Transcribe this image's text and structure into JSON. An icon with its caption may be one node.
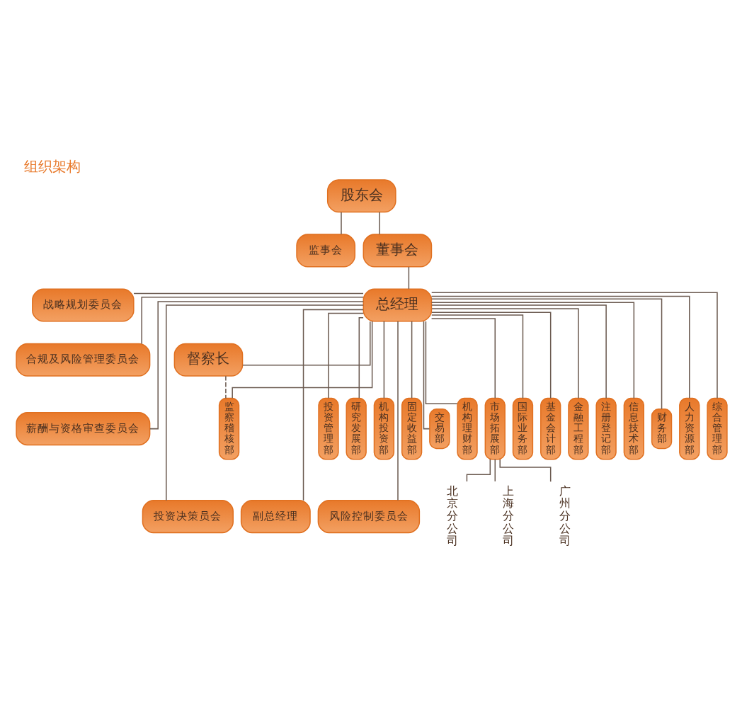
{
  "diagram": {
    "title": "组织架构",
    "nodes": [
      {
        "text": [
          "股东会"
        ]
      },
      {
        "text": [
          "监事会"
        ]
      },
      {
        "text": [
          "董事会"
        ]
      },
      {
        "text": [
          "战略规划委员会"
        ]
      },
      {
        "text": [
          "合规及风险管理委员会"
        ]
      },
      {
        "text": [
          "薪酬与资格审查委员会"
        ]
      },
      {
        "text": [
          "总经理"
        ]
      },
      {
        "text": [
          "督察长"
        ]
      },
      {
        "text": [
          "投资决策员会"
        ]
      },
      {
        "text": [
          "副总经理"
        ]
      },
      {
        "text": [
          "风险控制委员会"
        ]
      },
      {
        "text": [
          "投资管理部"
        ]
      },
      {
        "text": [
          "研究发展部"
        ]
      },
      {
        "text": [
          "机构投资部"
        ]
      },
      {
        "text": [
          "固定收益部"
        ]
      },
      {
        "text": [
          "交易部"
        ]
      },
      {
        "text": [
          "机构理财部"
        ]
      },
      {
        "text": [
          "市场拓展部"
        ]
      },
      {
        "text": [
          "国际业务部"
        ]
      },
      {
        "text": [
          "基金会计部"
        ]
      },
      {
        "text": [
          "金融工程部"
        ]
      },
      {
        "text": [
          "注册登记部"
        ]
      },
      {
        "text": [
          "信息技术部"
        ]
      },
      {
        "text": [
          "财务部"
        ]
      },
      {
        "text": [
          "人力资源部"
        ]
      },
      {
        "text": [
          "综合管理部"
        ]
      },
      {
        "text": [
          "监察稽核部"
        ]
      },
      {
        "text": [
          "北京分公司"
        ]
      },
      {
        "text": [
          "上海分公司"
        ]
      },
      {
        "text": [
          "广州分公司"
        ]
      }
    ],
    "edges": [
      {
        "from": 0,
        "to": 2,
        "arrow": "none"
      },
      {
        "from": 0,
        "to": 1,
        "arrow": "none"
      },
      {
        "from": 2,
        "to": 6,
        "arrow": "none"
      },
      {
        "from": 6,
        "to": 3,
        "arrow": "none"
      },
      {
        "from": 6,
        "to": 4,
        "arrow": "none"
      },
      {
        "from": 6,
        "to": 5,
        "arrow": "none"
      },
      {
        "from": 6,
        "to": 7,
        "arrow": "none"
      },
      {
        "from": 6,
        "to": 8,
        "arrow": "none"
      },
      {
        "from": 6,
        "to": 9,
        "arrow": "none"
      },
      {
        "from": 6,
        "to": 10,
        "arrow": "none"
      },
      {
        "from": 6,
        "to": 11,
        "arrow": "none"
      },
      {
        "from": 6,
        "to": 12,
        "arrow": "none"
      },
      {
        "from": 6,
        "to": 13,
        "arrow": "none"
      },
      {
        "from": 6,
        "to": 14,
        "arrow": "none"
      },
      {
        "from": 6,
        "to": 15,
        "arrow": "none"
      },
      {
        "from": 6,
        "to": 16,
        "arrow": "none"
      },
      {
        "from": 6,
        "to": 17,
        "arrow": "none"
      },
      {
        "from": 6,
        "to": 18,
        "arrow": "none"
      },
      {
        "from": 6,
        "to": 19,
        "arrow": "none"
      },
      {
        "from": 6,
        "to": 20,
        "arrow": "none"
      },
      {
        "from": 6,
        "to": 21,
        "arrow": "none"
      },
      {
        "from": 6,
        "to": 22,
        "arrow": "none"
      },
      {
        "from": 6,
        "to": 23,
        "arrow": "none"
      },
      {
        "from": 6,
        "to": 24,
        "arrow": "none"
      },
      {
        "from": 6,
        "to": 25,
        "arrow": "none"
      },
      {
        "from": 6,
        "to": 26,
        "arrow": "none"
      },
      {
        "from": 7,
        "to": 26,
        "arrow": "none",
        "style": "dashed"
      },
      {
        "from": 17,
        "to": 27,
        "arrow": "none"
      },
      {
        "from": 17,
        "to": 28,
        "arrow": "none"
      },
      {
        "from": 17,
        "to": 29,
        "arrow": "none"
      }
    ]
  }
}
